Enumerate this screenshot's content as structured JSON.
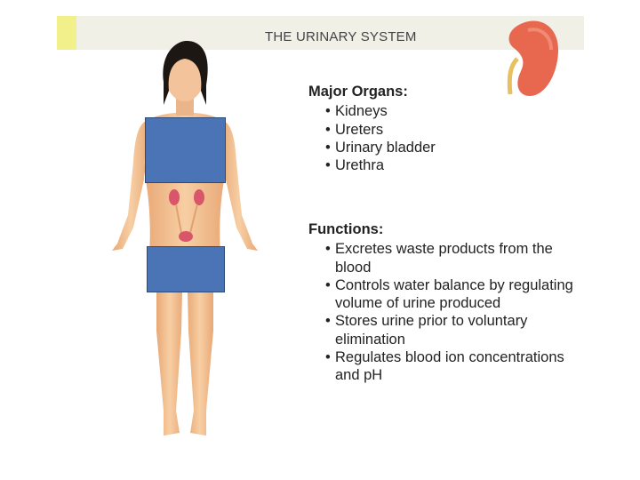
{
  "header": {
    "title": "THE URINARY SYSTEM",
    "accent_color": "#f2f08a",
    "bar_color": "#f0f0e6",
    "icon": "kidney-icon"
  },
  "major_organs": {
    "heading": "Major Organs:",
    "items": [
      "Kidneys",
      "Ureters",
      "Urinary bladder",
      "Urethra"
    ]
  },
  "functions": {
    "heading": "Functions:",
    "items": [
      "Excretes waste products from the blood",
      "Controls water balance by regulating volume of urine produced",
      "Stores urine prior to voluntary elimination",
      "Regulates blood ion concentrations and pH"
    ]
  },
  "colors": {
    "cover": "#4a74b6",
    "skin": "#f2c08e",
    "kidney": "#e8705a"
  }
}
